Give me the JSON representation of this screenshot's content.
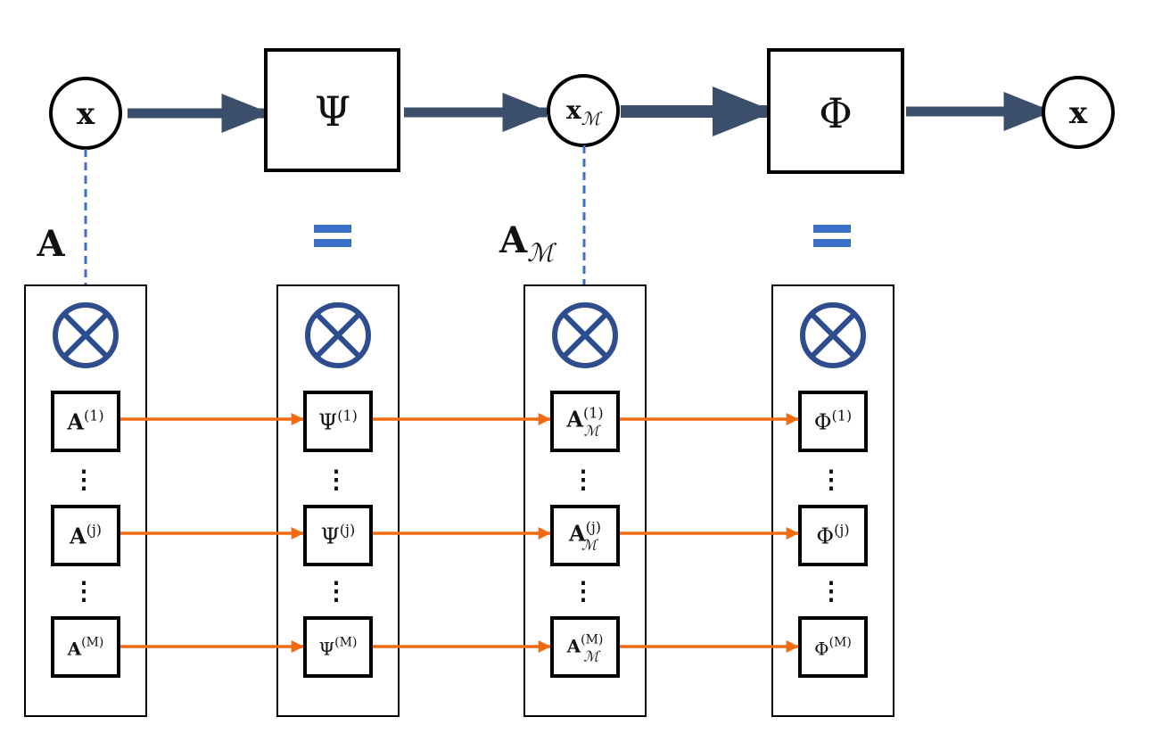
{
  "colors": {
    "pipeline_arrow": "#3b4f6d",
    "dashed_link": "#3a6fc9",
    "kron_symbol": "#2e4d8f",
    "equals_sign": "#3a6fc9",
    "factor_arrow": "#f26a10",
    "stroke": "#000000"
  },
  "pipeline": {
    "input_node": {
      "base": "x"
    },
    "psi_box": {
      "label": "Ψ"
    },
    "mid_node": {
      "base": "x",
      "sub": "ℳ"
    },
    "phi_box": {
      "label": "Φ"
    },
    "output_node": {
      "base": "x"
    }
  },
  "labels": {
    "a_matrix": {
      "base": "A"
    },
    "a_m_matrix": {
      "base": "A",
      "sub": "ℳ"
    }
  },
  "columns": [
    {
      "id": "A",
      "ellipsis": "⋮",
      "factors": [
        {
          "base": "A",
          "sup": "(1)"
        },
        {
          "base": "A",
          "sup": "(j)"
        },
        {
          "base": "A",
          "sup": "(M)"
        }
      ]
    },
    {
      "id": "Psi",
      "ellipsis": "⋮",
      "factors": [
        {
          "base": "Ψ",
          "sup": "(1)"
        },
        {
          "base": "Ψ",
          "sup": "(j)"
        },
        {
          "base": "Ψ",
          "sup": "(M)"
        }
      ]
    },
    {
      "id": "AM",
      "ellipsis": "⋮",
      "factors": [
        {
          "base": "A",
          "sup": "(1)",
          "sub": "ℳ"
        },
        {
          "base": "A",
          "sup": "(j)",
          "sub": "ℳ"
        },
        {
          "base": "A",
          "sup": "(M)",
          "sub": "ℳ"
        }
      ]
    },
    {
      "id": "Phi",
      "ellipsis": "⋮",
      "factors": [
        {
          "base": "Φ",
          "sup": "(1)"
        },
        {
          "base": "Φ",
          "sup": "(j)"
        },
        {
          "base": "Φ",
          "sup": "(M)"
        }
      ]
    }
  ]
}
